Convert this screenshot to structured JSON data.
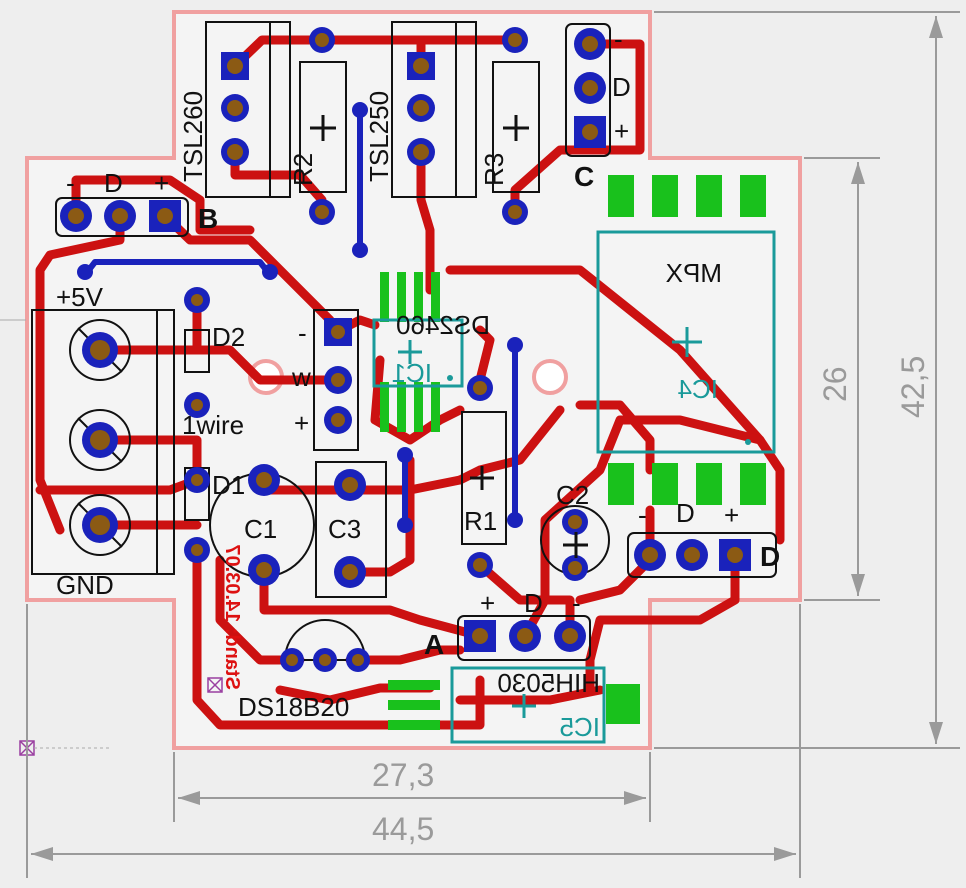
{
  "colors": {
    "top_copper": "#cc1111",
    "bottom_copper": "#1a22bb",
    "smd_pad": "#19c11c",
    "outline": "#f0a0a0",
    "pad": "#1a22bb",
    "drill": "#8b5a14",
    "silk": "#111111",
    "ic_outline": "#1a9a9a",
    "dimension": "#9a9a9a",
    "stamp": "#dd1111"
  },
  "components": {
    "tsl260": "TSL260",
    "tsl250": "TSL250",
    "r2": "R2",
    "r3": "R3",
    "r1": "R1",
    "d2": "D2",
    "d1": "D1",
    "c1": "C1",
    "c3": "C3",
    "c2": "C2",
    "ds2460": "DS2460",
    "ic1": "IC1",
    "mpx": "MPX",
    "ic4": "IC4",
    "hih5030": "HIH5030",
    "ic5": "IC5",
    "ds18b20": "DS18B20"
  },
  "connectors": {
    "b": {
      "name": "B",
      "pins": [
        "-",
        "D",
        "+"
      ]
    },
    "c": {
      "name": "C",
      "pins": [
        "-",
        "D",
        "+"
      ]
    },
    "d": {
      "name": "D",
      "pins": [
        "-",
        "D",
        "+"
      ]
    },
    "a": {
      "name": "A",
      "pins": [
        "+",
        "D",
        "-"
      ]
    },
    "w": {
      "name": "w",
      "pins": [
        "-",
        "+"
      ]
    }
  },
  "labels": {
    "plus5v": "+5V",
    "gnd": "GND",
    "onewire": "1wire"
  },
  "stamp": "Stand: 14.03.07",
  "dimensions": {
    "outer_width": "44,5",
    "inner_width": "27,3",
    "outer_height": "42,5",
    "inner_height": "26"
  }
}
